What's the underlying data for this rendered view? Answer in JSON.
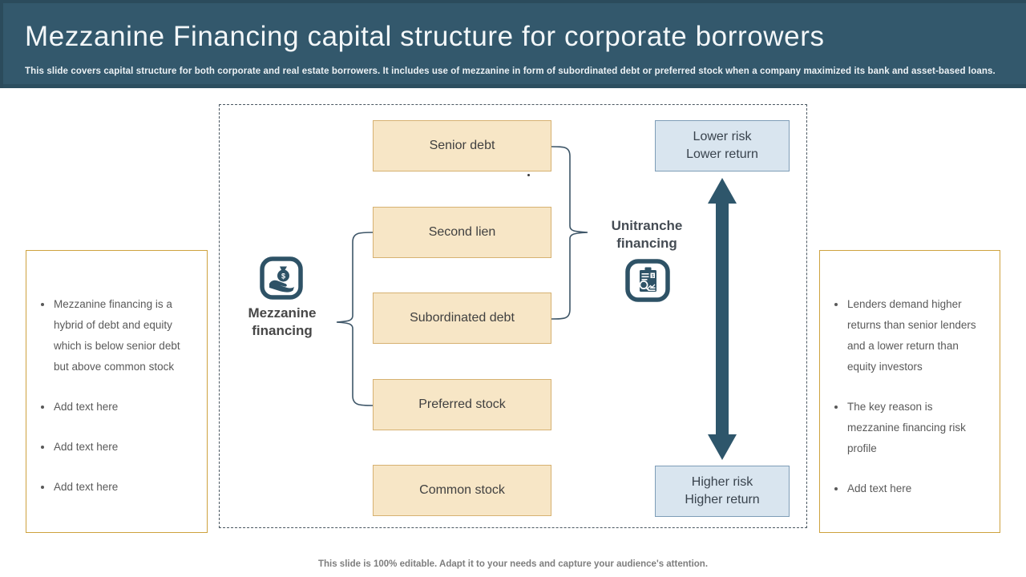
{
  "header": {
    "title": "Mezzanine Financing capital structure for corporate borrowers",
    "subtitle": "This slide covers capital structure for both corporate and real estate borrowers. It includes use of mezzanine in form of subordinated debt or preferred stock when a company maximized its bank and asset-based loans."
  },
  "diagram": {
    "stack_boxes": [
      "Senior debt",
      "Second lien",
      "Subordinated debt",
      "Preferred stock",
      "Common stock"
    ],
    "mezzanine_group": {
      "label_line1": "Mezzanine",
      "label_line2": "financing",
      "icon": "hand-holding-money-bag-icon"
    },
    "unitranche_group": {
      "label_line1": "Unitranche",
      "label_line2": "financing",
      "icon": "clipboard-magnifier-icon"
    },
    "risk_scale": {
      "top_box": {
        "line1": "Lower risk",
        "line2": "Lower return"
      },
      "bottom_box": {
        "line1": "Higher risk",
        "line2": "Higher return"
      }
    }
  },
  "left_panel": {
    "bullets": [
      "Mezzanine financing is a hybrid of debt and equity which is below senior debt but above common stock",
      "Add text here",
      "Add text here",
      "Add text here"
    ]
  },
  "right_panel": {
    "bullets": [
      "Lenders demand higher returns than senior lenders and a lower return than equity investors",
      "The key reason is mezzanine financing risk profile",
      "Add text here"
    ]
  },
  "footer": "This slide is 100% editable. Adapt it to your needs and capture your audience's attention.",
  "colors": {
    "header_bg": "#33586C",
    "stack_box_fill": "#F7E6C6",
    "stack_box_border": "#D6B171",
    "risk_box_fill": "#D9E5EF",
    "risk_box_border": "#7E9DB7",
    "panel_border": "#CEA23E",
    "arrow": "#2E566B",
    "brace_line": "#3E5668",
    "body_text": "#595959"
  }
}
